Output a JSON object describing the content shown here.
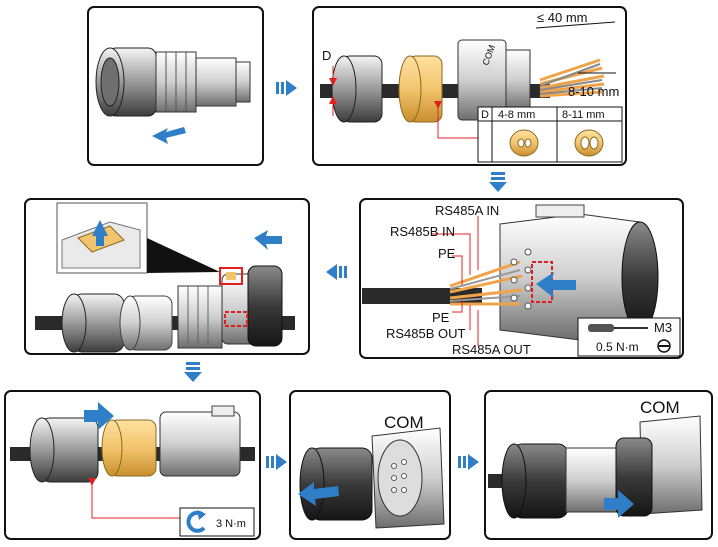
{
  "panel2": {
    "strip_length": "≤ 40 mm",
    "wire_strip": "8-10 mm",
    "diameter_label": "D",
    "com_label": "COM",
    "table": {
      "header_d": "D",
      "col1": "4-8 mm",
      "col2": "8-11 mm"
    }
  },
  "panel4": {
    "rs485a_in": "RS485A IN",
    "rs485b_in": "RS485B IN",
    "pe_top": "PE",
    "pe_bottom": "PE",
    "rs485b_out": "RS485B OUT",
    "rs485a_out": "RS485A OUT",
    "screw_size": "M3",
    "torque": "0.5 N·m"
  },
  "panel5": {
    "torque": "3 N·m"
  },
  "panel6": {
    "com_label": "COM"
  },
  "panel7": {
    "com_label": "COM"
  },
  "colors": {
    "arrow_blue": "#2f7fc8",
    "seal_orange": "#f2c46d",
    "wire_orange": "#f0a44a",
    "cable_dark": "#2a2a2a",
    "red_callout": "#e02020"
  }
}
